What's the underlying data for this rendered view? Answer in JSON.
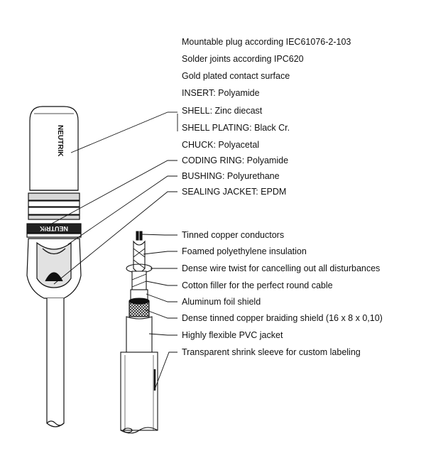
{
  "connector": {
    "brand_mark": "NEUTRIK",
    "specs": [
      "Mountable plug according IEC61076-2-103",
      "Solder joints according IPC620",
      "Gold plated contact surface",
      "INSERT: Polyamide",
      "SHELL: Zinc diecast",
      "SHELL PLATING: Black Cr.",
      "CHUCK: Polyacetal",
      "CODING RING: Polyamide",
      "BUSHING: Polyurethane",
      "SEALING JACKET: EPDM"
    ]
  },
  "cable": {
    "layers": [
      "Tinned copper conductors",
      "Foamed polyethylene insulation",
      "Dense wire twist for cancelling out all disturbances",
      "Cotton filler for the perfect round cable",
      "Aluminum foil shield",
      "Dense tinned copper braiding shield (16 x 8 x 0,10)",
      "Highly flexible PVC jacket",
      "Transparent shrink sleeve for custom labeling"
    ]
  }
}
